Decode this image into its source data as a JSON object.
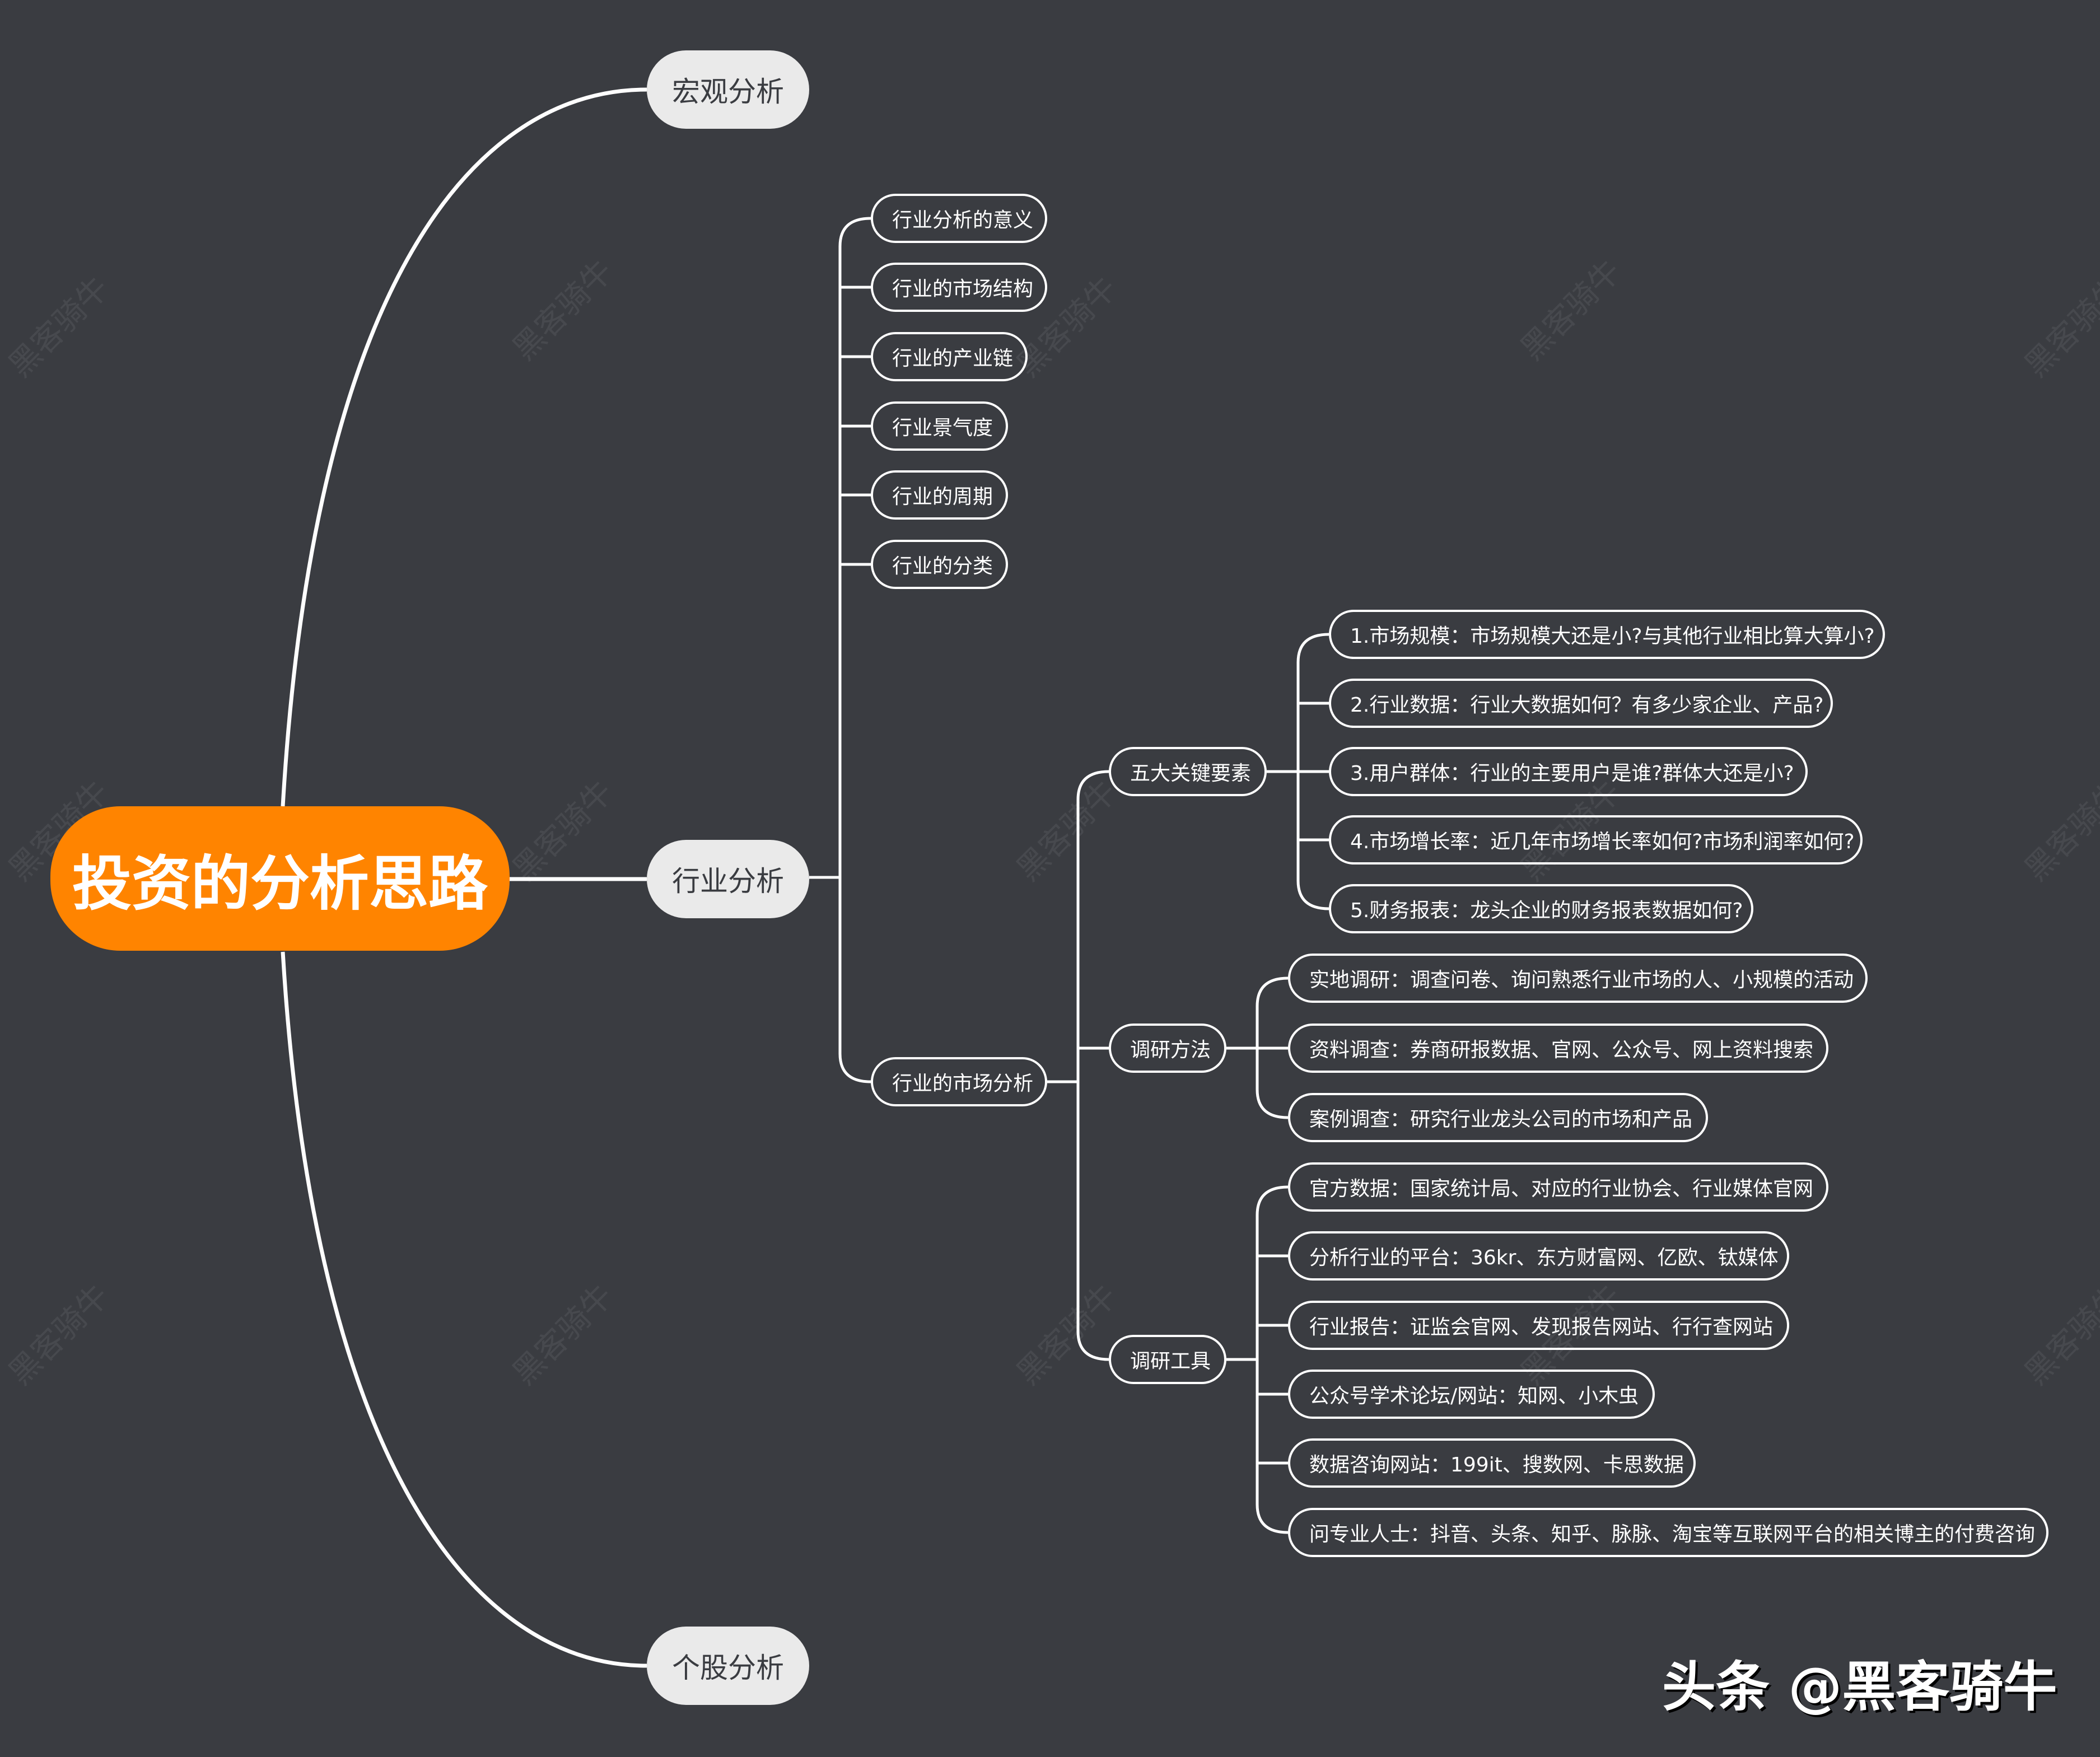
{
  "root": {
    "label": "投资的分析思路"
  },
  "main": {
    "macro": "宏观分析",
    "industry": "行业分析",
    "stock": "个股分析"
  },
  "industry": {
    "items": [
      "行业分析的意义",
      "行业的市场结构",
      "行业的产业链",
      "行业景气度",
      "行业的周期",
      "行业的分类"
    ],
    "market_analysis": {
      "label": "行业的市场分析",
      "key_elements": {
        "label": "五大关键要素",
        "items": [
          "1.市场规模：市场规模大还是小?与其他行业相比算大算小?",
          "2.行业数据：行业大数据如何？有多少家企业、产品?",
          "3.用户群体：行业的主要用户是谁?群体大还是小?",
          "4.市场增长率：近几年市场增长率如何?市场利润率如何?",
          "5.财务报表：龙头企业的财务报表数据如何?"
        ]
      },
      "methods": {
        "label": "调研方法",
        "items": [
          "实地调研：调查问卷、询问熟悉行业市场的人、小规模的活动",
          "资料调查：券商研报数据、官网、公众号、网上资料搜索",
          "案例调查：研究行业龙头公司的市场和产品"
        ]
      },
      "tools": {
        "label": "调研工具",
        "items": [
          "官方数据：国家统计局、对应的行业协会、行业媒体官网",
          "分析行业的平台：36kr、东方财富网、亿欧、钛媒体",
          "行业报告：证监会官网、发现报告网站、行行查网站",
          "公众号学术论坛/网站：知网、小木虫",
          "数据咨询网站：199it、搜数网、卡思数据",
          "问专业人士：抖音、头条、知乎、脉脉、淘宝等互联网平台的相关博主的付费咨询"
        ]
      }
    }
  },
  "watermark": "黑客骑牛",
  "brand": "头条 @黑客骑牛",
  "colors": {
    "background": "#3a3c41",
    "root": "#ff8400",
    "main_node": "#eaeaea",
    "line": "#ffffff"
  }
}
